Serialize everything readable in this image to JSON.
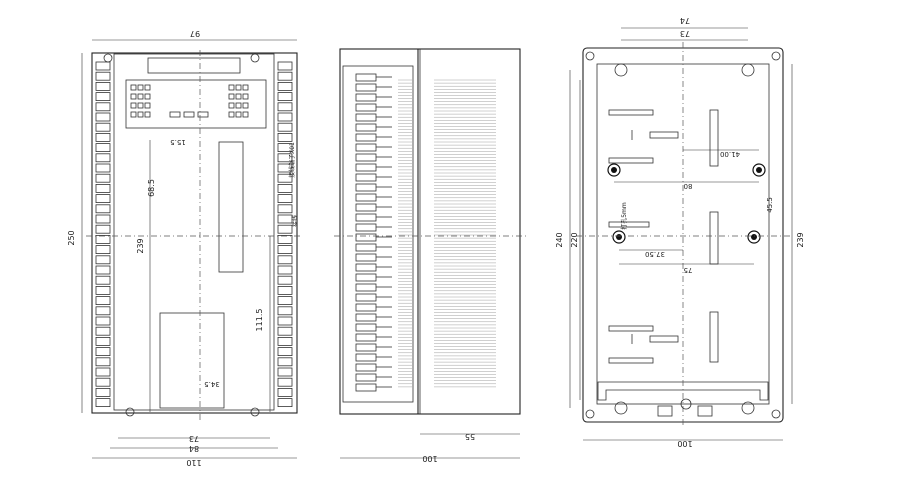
{
  "drawing": {
    "left_view": {
      "dims": {
        "top_width": "97",
        "bottom_inner": "73",
        "bottom_mid": "84",
        "bottom_outer": "110",
        "height_total": "250",
        "height_inner": "239",
        "offset_upper": "68.5",
        "offset_lower": "111.5",
        "small_top": "15.5",
        "small_bottom": "34.5"
      },
      "notes": {
        "terminal_label": "接线端子X01",
        "side_label": "接线"
      }
    },
    "side_view": {
      "dims": {
        "width": "100",
        "depth": "55"
      }
    },
    "right_view": {
      "dims": {
        "top_outer": "74",
        "top_inner": "73",
        "height_outer": "240",
        "height_inner": "220",
        "height_right": "239",
        "offset_h1": "41.00",
        "offset_h2": "37.50",
        "mid_span": "80",
        "lower_span": "75",
        "vert_small": "45.5",
        "bottom_width": "100",
        "hole_label": "打孔5mm"
      }
    }
  }
}
